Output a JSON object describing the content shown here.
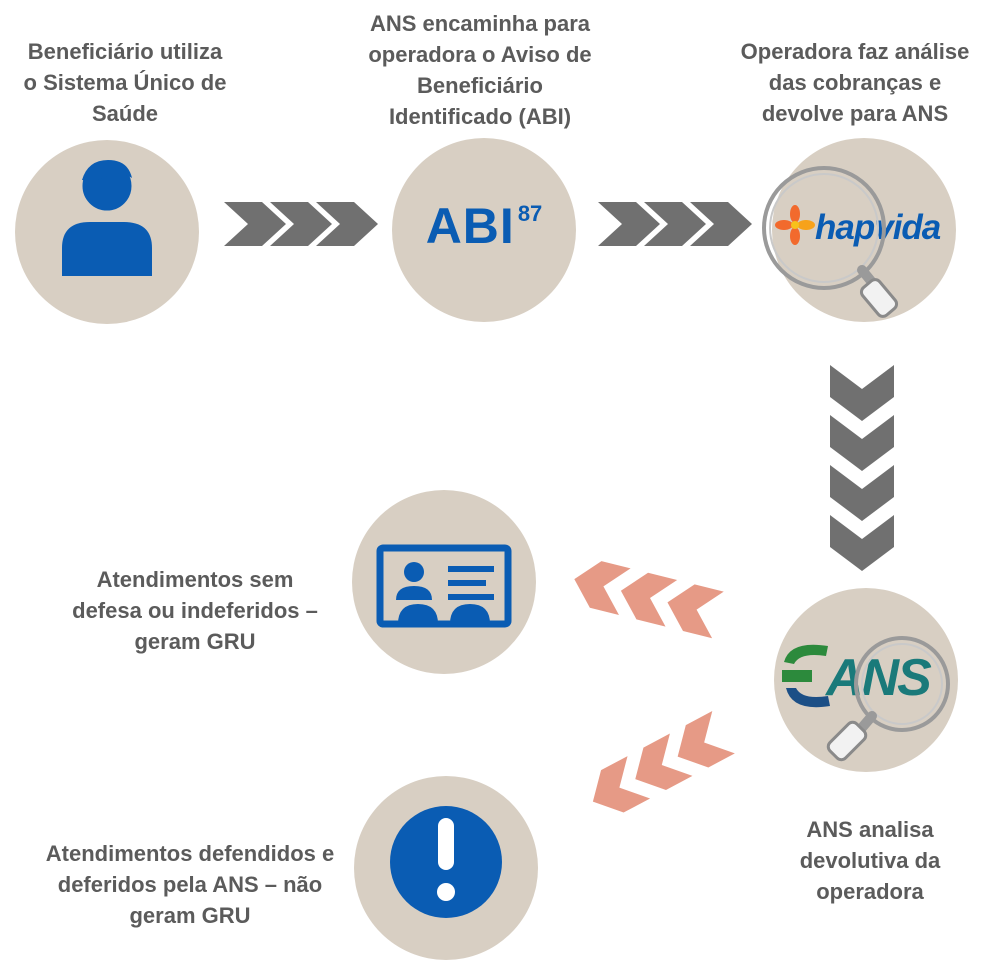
{
  "steps": [
    {
      "id": "beneficiary",
      "label": "Beneficiário utiliza o Sistema Único de Saúde"
    },
    {
      "id": "abi",
      "label": "ANS encaminha para operadora o Aviso de Beneficiário Identificado (ABI)"
    },
    {
      "id": "operator",
      "label": "Operadora faz análise das cobranças e devolve para ANS"
    },
    {
      "id": "ans-review",
      "label": "ANS analisa devolutiva da operadora"
    }
  ],
  "outcomes": [
    {
      "id": "gru",
      "label": "Atendimentos sem defesa ou indeferidos – geram GRU"
    },
    {
      "id": "no-gru",
      "label": "Atendimentos defendidos e deferidos pela ANS – não geram GRU"
    }
  ],
  "abi_badge": {
    "text": "ABI",
    "number": "87"
  },
  "hapvida_logo": {
    "text": "hapvida"
  },
  "ans_logo": {
    "text": "ANS"
  },
  "colors": {
    "circle": "#d8cfc3",
    "text": "#5b5b5b",
    "blue": "#0a5cb3",
    "gray_arrow": "#707070",
    "salmon_arrow": "#e69a86",
    "ans_green": "#2c8a3c",
    "ans_blue": "#1c4f86",
    "hapvida_orange": "#f26a2d"
  }
}
